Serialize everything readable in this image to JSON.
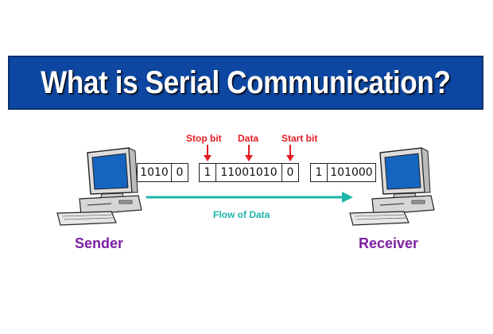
{
  "title": "What is Serial Communication?",
  "sender_label": "Sender",
  "receiver_label": "Receiver",
  "flow_label": "Flow of Data",
  "markers": {
    "stop_bit": "Stop bit",
    "data": "Data",
    "start_bit": "Start bit"
  },
  "sender_bits": [
    "1010",
    "0"
  ],
  "frame_bits": [
    "1",
    "11001010",
    "0"
  ],
  "receiver_bits": [
    "1",
    "101000"
  ],
  "colors": {
    "banner": "#0d47a1",
    "marker": "#e31b23",
    "flow": "#1db5a8",
    "node_label": "#7b1fa2",
    "screen": "#1565c0"
  },
  "icons": [
    "computer-icon",
    "arrow-right-icon",
    "arrow-down-icon"
  ]
}
